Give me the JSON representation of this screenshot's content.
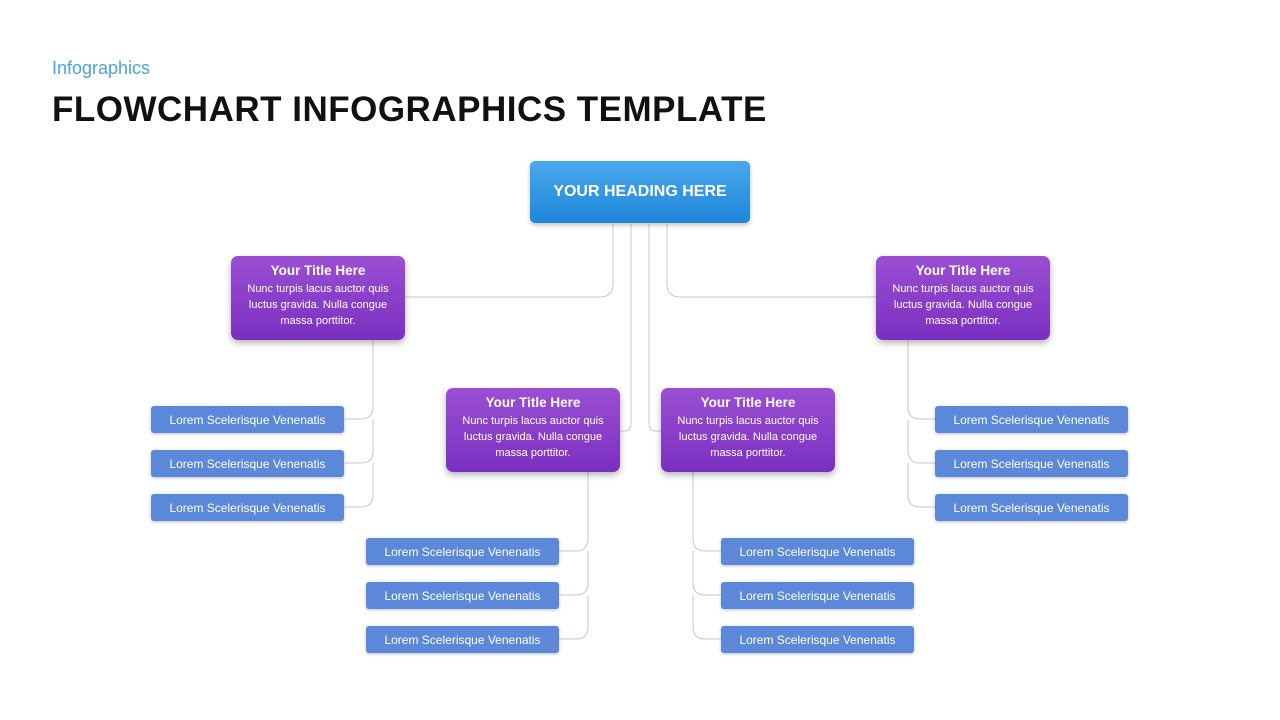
{
  "header": {
    "subtitle": "Infographics",
    "title": "FLOWCHART INFOGRAPHICS TEMPLATE"
  },
  "diagram": {
    "heading": "YOUR HEADING HERE",
    "cards": [
      {
        "title": "Your Title Here",
        "body": "Nunc turpis lacus auctor quis luctus gravida. Nulla congue massa porttitor."
      },
      {
        "title": "Your Title Here",
        "body": "Nunc turpis lacus auctor quis luctus gravida. Nulla congue massa porttitor."
      },
      {
        "title": "Your Title Here",
        "body": "Nunc turpis lacus auctor quis luctus gravida. Nulla congue massa porttitor."
      },
      {
        "title": "Your Title Here",
        "body": "Nunc turpis lacus auctor quis luctus gravida. Nulla congue massa porttitor."
      }
    ],
    "items": [
      [
        "Lorem Scelerisque  Venenatis",
        "Lorem Scelerisque  Venenatis",
        "Lorem Scelerisque  Venenatis"
      ],
      [
        "Lorem Scelerisque  Venenatis",
        "Lorem Scelerisque  Venenatis",
        "Lorem Scelerisque  Venenatis"
      ],
      [
        "Lorem Scelerisque  Venenatis",
        "Lorem Scelerisque  Venenatis",
        "Lorem Scelerisque  Venenatis"
      ],
      [
        "Lorem Scelerisque  Venenatis",
        "Lorem Scelerisque  Venenatis",
        "Lorem Scelerisque  Venenatis"
      ]
    ],
    "colors": {
      "heading": "#2b93e2",
      "card": "#8a3fca",
      "item": "#5b88d8",
      "connector": "#c8c8c8"
    }
  }
}
